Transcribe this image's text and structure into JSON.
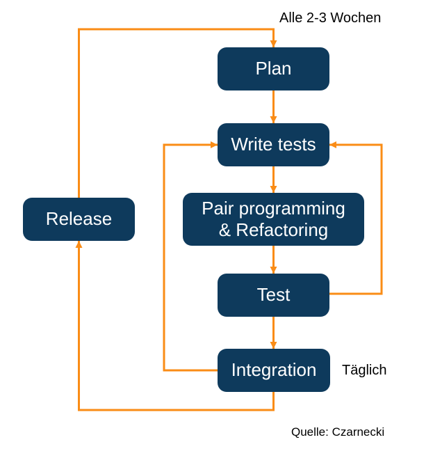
{
  "diagram": {
    "annotations": {
      "cycle": "Alle 2-3 Wochen",
      "daily": "Täglich",
      "source": "Quelle: Czarnecki"
    },
    "nodes": {
      "plan": {
        "label": "Plan"
      },
      "write_tests": {
        "label": "Write tests"
      },
      "pair_programming": {
        "label": "Pair programming & Refactoring",
        "lines": [
          "Pair programming",
          "& Refactoring"
        ]
      },
      "test": {
        "label": "Test"
      },
      "integration": {
        "label": "Integration"
      },
      "release": {
        "label": "Release"
      }
    },
    "edges": [
      {
        "from": "release",
        "to": "plan"
      },
      {
        "from": "plan",
        "to": "write_tests"
      },
      {
        "from": "write_tests",
        "to": "pair_programming"
      },
      {
        "from": "pair_programming",
        "to": "test"
      },
      {
        "from": "test",
        "to": "integration"
      },
      {
        "from": "test",
        "to": "write_tests"
      },
      {
        "from": "integration",
        "to": "write_tests"
      },
      {
        "from": "integration",
        "to": "release"
      }
    ],
    "colors": {
      "node_fill": "#0E3A5C",
      "node_text": "#FFFFFF",
      "arrow": "#FA8C16",
      "text": "#000000",
      "background": "#FFFFFF"
    }
  }
}
